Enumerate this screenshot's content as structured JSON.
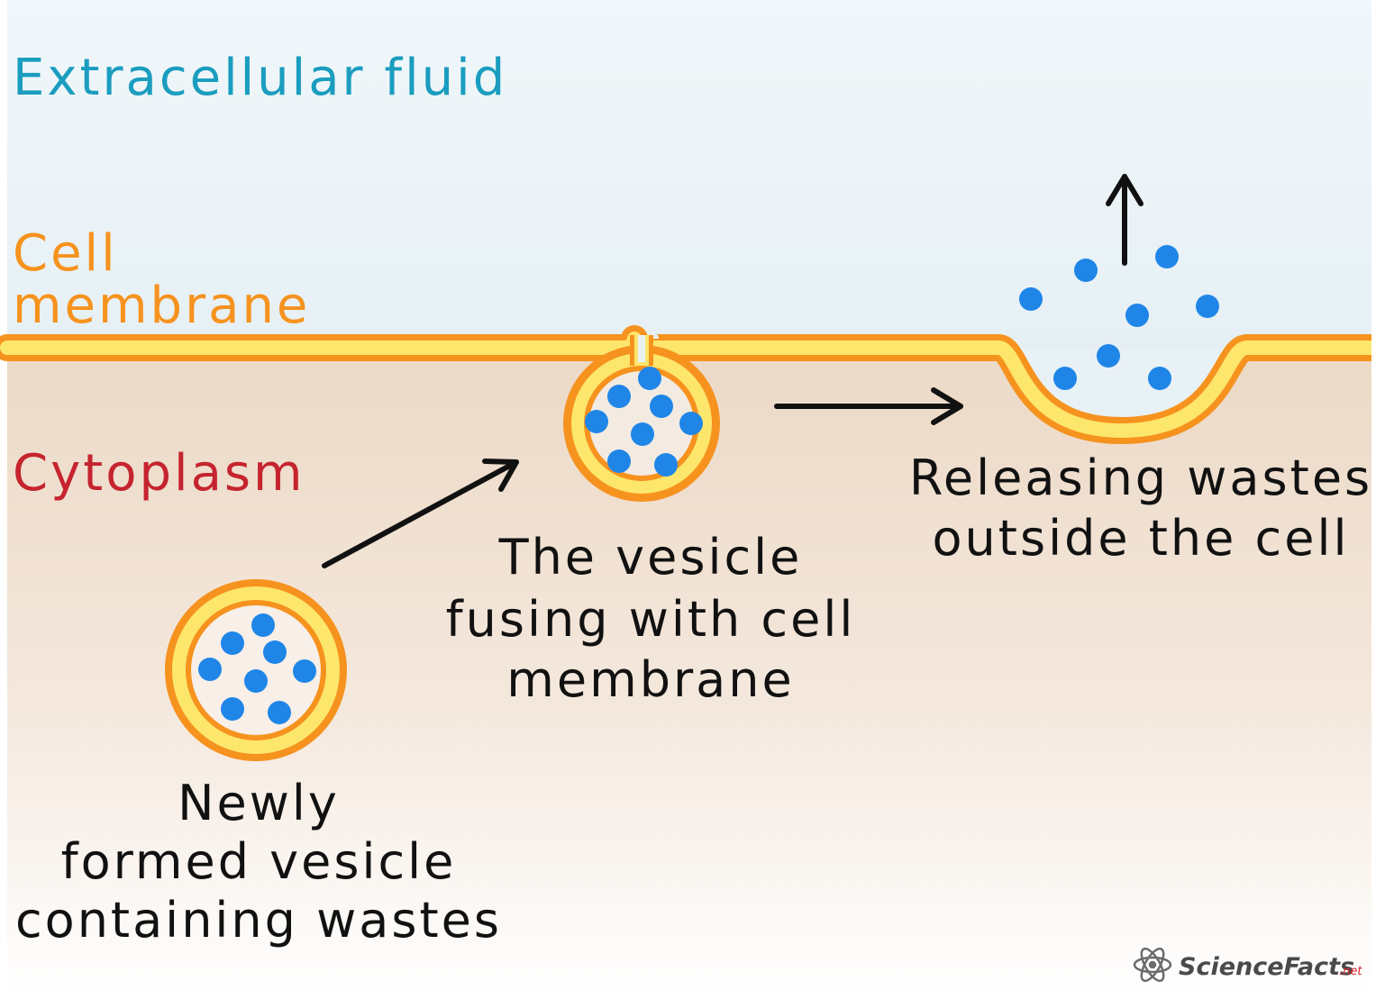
{
  "regions": {
    "extracellular": "Extracellular fluid",
    "membrane_line1": "Cell",
    "membrane_line2": "membrane",
    "cytoplasm": "Cytoplasm"
  },
  "steps": {
    "new_vesicle": [
      "Newly",
      "formed vesicle",
      "containing wastes"
    ],
    "fusing": [
      "The vesicle",
      "fusing with cell",
      "membrane"
    ],
    "releasing": [
      "Releasing wastes",
      "outside the cell"
    ]
  },
  "watermark": {
    "brand": "ScienceFacts",
    "tld": ".net"
  },
  "colors": {
    "extracellular_bg": "#eaf3f7",
    "cytoplasm_top": "#ecd9c6",
    "cytoplasm_bottom": "#ffffff",
    "membrane_outer": "#f6921e",
    "membrane_inner": "#fde66c",
    "waste_dot": "#1f86e8",
    "extracellular_text": "#1a9dbf",
    "membrane_text": "#f6921e",
    "cytoplasm_text": "#c5242f",
    "label_text": "#111111"
  }
}
